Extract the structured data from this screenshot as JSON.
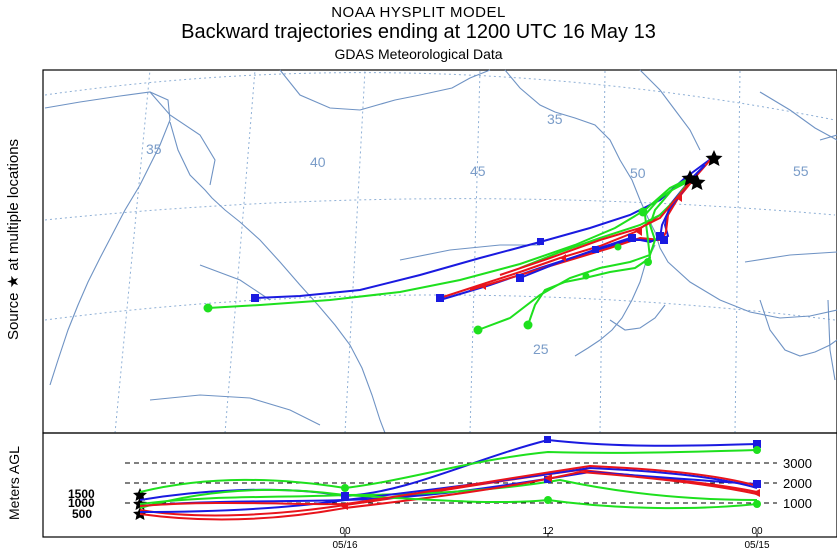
{
  "header": {
    "line1": "NOAA HYSPLIT MODEL",
    "line2": "Backward trajectories ending at 1200 UTC 16 May 13",
    "line3": "GDAS Meteorological Data"
  },
  "map": {
    "y_axis_label": "Source ★ at multiple locations",
    "longitude_labels": [
      "35",
      "40",
      "45",
      "50",
      "55"
    ],
    "latitude_labels": [
      "35",
      "25"
    ],
    "grid_color": "#7a9cc8",
    "coast_color": "#6f93c4",
    "marker_label": "star"
  },
  "height_panel": {
    "y_axis_label": "Meters AGL",
    "right_ticks": [
      "3000",
      "2000",
      "1000"
    ],
    "left_ticks": [
      "1500",
      "1000",
      "500"
    ],
    "time_labels": [
      {
        "hour": "00",
        "date": "05/16"
      },
      {
        "hour": "12",
        "date": ""
      },
      {
        "hour": "00",
        "date": "05/15"
      }
    ]
  },
  "colors": {
    "red": "#e8141c",
    "blue": "#1a1ae0",
    "green": "#1ee01e"
  }
}
